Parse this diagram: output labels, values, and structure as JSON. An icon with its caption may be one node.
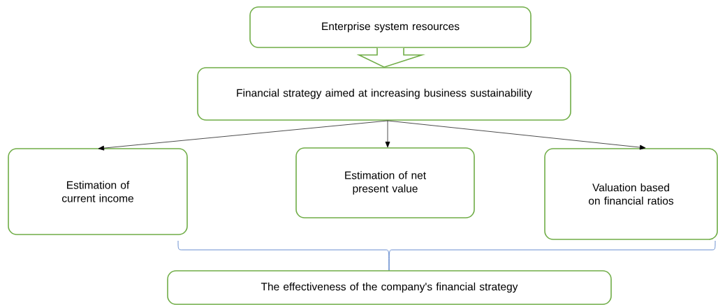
{
  "diagram": {
    "nodes": [
      {
        "text": [
          "Enterprise system resources"
        ]
      },
      {
        "text": [
          "Financial strategy aimed at increasing business sustainability"
        ]
      },
      {
        "text": [
          "Estimation of current income"
        ]
      },
      {
        "text": [
          "Estimation of net present value"
        ]
      },
      {
        "text": [
          "Valuation based on financial ratios"
        ]
      },
      {
        "text": [
          "The effectiveness of the company's financial strategy"
        ]
      }
    ],
    "edges": [
      {
        "from": 0,
        "to": 1,
        "arrow": "to",
        "style": "thick",
        "color": "#70ad47"
      },
      {
        "from": 1,
        "to": 2,
        "arrow": "to"
      },
      {
        "from": 1,
        "to": 3,
        "arrow": "to"
      },
      {
        "from": 1,
        "to": 4,
        "arrow": "to"
      }
    ]
  }
}
